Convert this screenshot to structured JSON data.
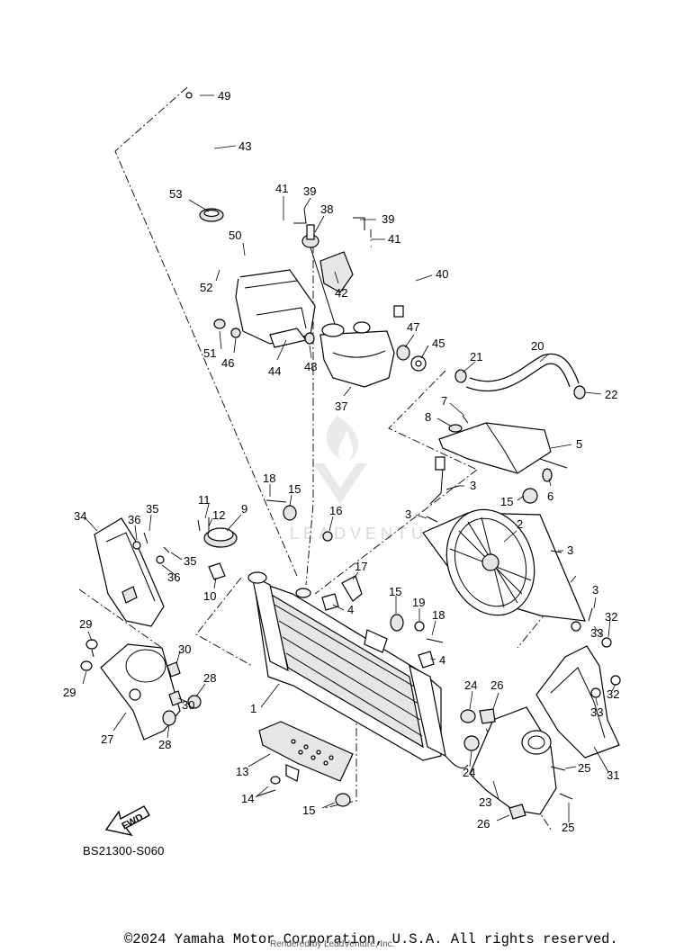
{
  "diagram": {
    "code": "BS21300-S060",
    "fwd_label": "FWD",
    "copyright": "©2024 Yamaha Motor Corporation, U.S.A. All rights reserved.",
    "rendered_by": "Rendered by LeadVenture, Inc.",
    "watermark": "LEADVENTURE",
    "callouts": {
      "c1": "1",
      "c2": "2",
      "c3a": "3",
      "c3b": "3",
      "c3c": "3",
      "c3d": "3",
      "c4a": "4",
      "c4b": "4",
      "c5": "5",
      "c6": "6",
      "c7": "7",
      "c8": "8",
      "c9": "9",
      "c10": "10",
      "c11": "11",
      "c12": "12",
      "c13": "13",
      "c14": "14",
      "c15a": "15",
      "c15b": "15",
      "c15c": "15",
      "c15d": "15",
      "c16": "16",
      "c17": "17",
      "c18a": "18",
      "c18b": "18",
      "c19": "19",
      "c20": "20",
      "c21": "21",
      "c22": "22",
      "c23": "23",
      "c24a": "24",
      "c24b": "24",
      "c25a": "25",
      "c25b": "25",
      "c26a": "26",
      "c26b": "26",
      "c27": "27",
      "c28a": "28",
      "c28b": "28",
      "c29a": "29",
      "c29b": "29",
      "c30a": "30",
      "c30b": "30",
      "c31": "31",
      "c32a": "32",
      "c32b": "32",
      "c33a": "33",
      "c33b": "33",
      "c34": "34",
      "c35a": "35",
      "c35b": "35",
      "c36a": "36",
      "c36b": "36",
      "c37": "37",
      "c38": "38",
      "c39a": "39",
      "c39b": "39",
      "c40": "40",
      "c41a": "41",
      "c41b": "41",
      "c42": "42",
      "c43": "43",
      "c44": "44",
      "c45": "45",
      "c46": "46",
      "c47": "47",
      "c48": "48",
      "c49": "49",
      "c50": "50",
      "c51": "51",
      "c52": "52",
      "c53": "53"
    }
  }
}
